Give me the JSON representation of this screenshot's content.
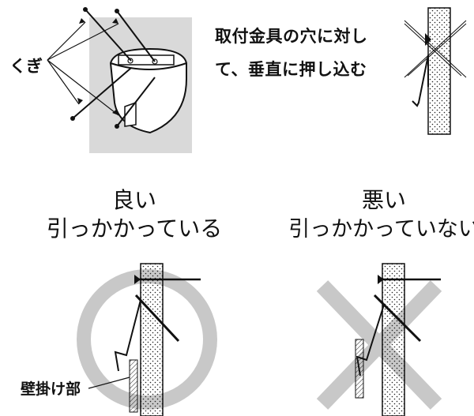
{
  "labels": {
    "nail": "くぎ",
    "instruction_line1": "取付金具の穴に対し",
    "instruction_line2": "て、垂直に押し込む",
    "good_title": "良い",
    "good_subtitle": "引っかかっている",
    "bad_title": "悪い",
    "bad_subtitle": "引っかかっていない",
    "wall_hook_part": "壁掛け部"
  },
  "icons": {
    "good_mark": "circle-ok-icon",
    "bad_mark": "cross-ng-icon"
  },
  "colors": {
    "line": "#111111",
    "mark_gray": "#c8c8c8",
    "panel_gray": "#d9d9d9"
  }
}
